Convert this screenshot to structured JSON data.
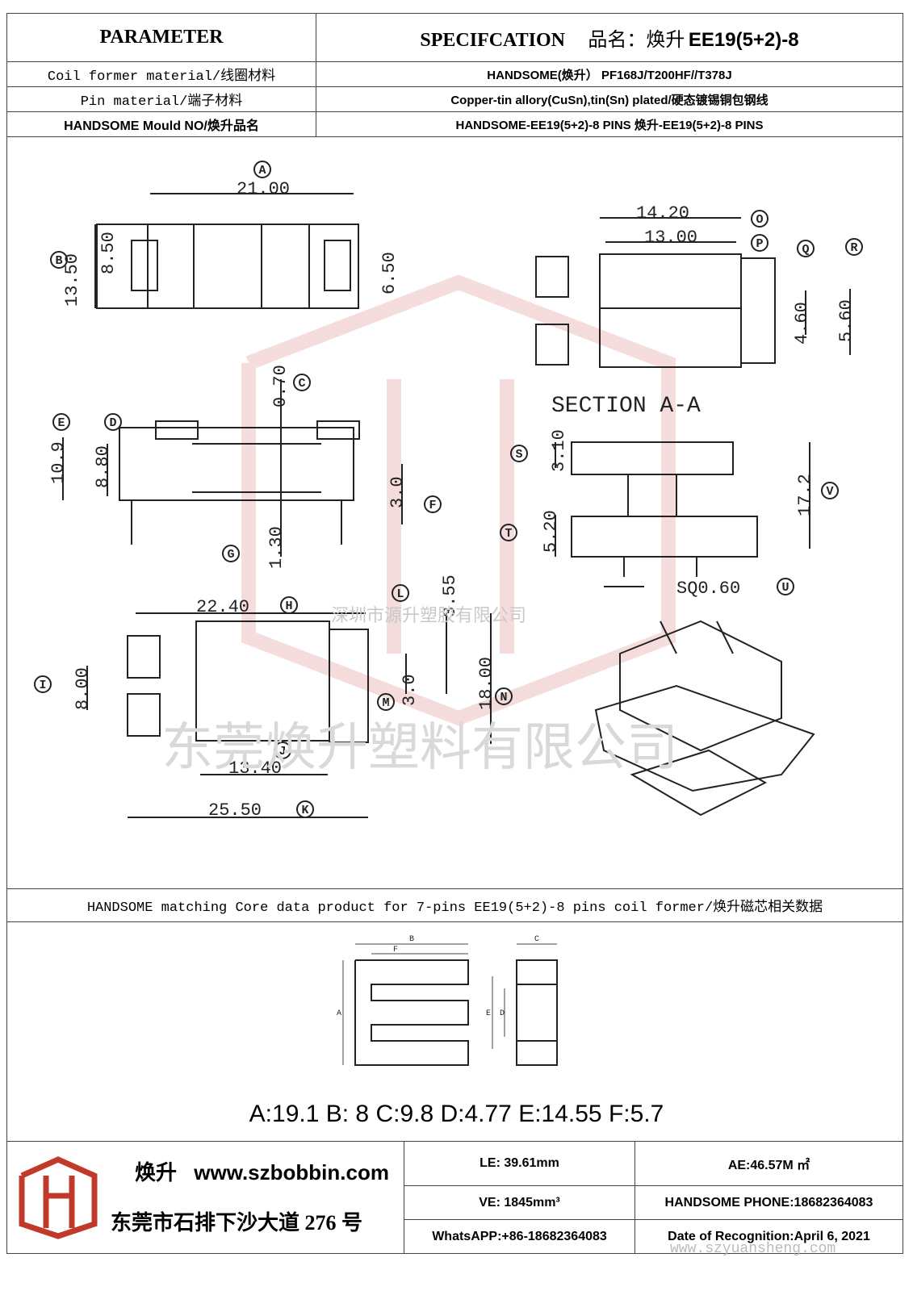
{
  "header": {
    "parameter": "PARAMETER",
    "specification": "SPECIFCATION",
    "product_name_label": "品名：",
    "product_name_cn": "焕升",
    "product_name": "EE19(5+2)-8"
  },
  "params": [
    {
      "label": "Coil former material/线圈材料",
      "value": "HANDSOME(焕升）  PF168J/T200HF//T378J"
    },
    {
      "label": "Pin material/端子材料",
      "value": "Copper-tin allory(CuSn),tin(Sn) plated/硬态镀锡铜包钢线"
    },
    {
      "label": "HANDSOME Mould NO/焕升品名",
      "value": "HANDSOME-EE19(5+2)-8 PINS    焕升-EE19(5+2)-8 PINS"
    }
  ],
  "drawing": {
    "dims": {
      "A": "21.00",
      "B13": "13.50",
      "B85": "8.50",
      "B65": "6.50",
      "O": "14.20",
      "P": "13.00",
      "Q": "4.60",
      "R": "5.60",
      "C": "0.70",
      "E": "10.9",
      "D": "8.80",
      "F": "3.0",
      "G": "1.30",
      "S": "3.10",
      "V": "17.2",
      "T": "5.20",
      "U": "SQ0.60",
      "H": "22.40",
      "L": "3.55",
      "I": "8.00",
      "M": "3.0",
      "N": "18.00",
      "J": "13.40",
      "K": "25.50"
    },
    "section_title": "SECTION A-A",
    "letters": [
      "A",
      "B",
      "O",
      "P",
      "Q",
      "R",
      "C",
      "E",
      "D",
      "F",
      "G",
      "S",
      "V",
      "T",
      "U",
      "H",
      "L",
      "I",
      "M",
      "N",
      "J",
      "K"
    ]
  },
  "watermarks": {
    "line1": "深圳市源升塑胶有限公司",
    "line2": "东莞焕升塑料有限公司",
    "url": "www.szyuansheng.com"
  },
  "core": {
    "title": "HANDSOME matching Core data  product for 7-pins EE19(5+2)-8 pins coil former/焕升磁芯相关数据",
    "labels": [
      "A",
      "B",
      "C",
      "D",
      "E",
      "F"
    ],
    "values": "A:19.1 B: 8 C:9.8 D:4.77 E:14.55 F:5.7"
  },
  "footer": {
    "brand": "焕升",
    "website": "www.szbobbin.com",
    "address": "东莞市石排下沙大道 276 号",
    "le": "LE: 39.61mm",
    "ae": "AE:46.57M ㎡",
    "ve": "VE: 1845mm³",
    "phone": "HANDSOME PHONE:18682364083",
    "whatsapp": "WhatsAPP:+86-18682364083",
    "date": "Date of Recognition:April 6, 2021"
  },
  "colors": {
    "logo_red": "#c0392b",
    "line": "#222222",
    "watermark": "#e8b0b0"
  }
}
